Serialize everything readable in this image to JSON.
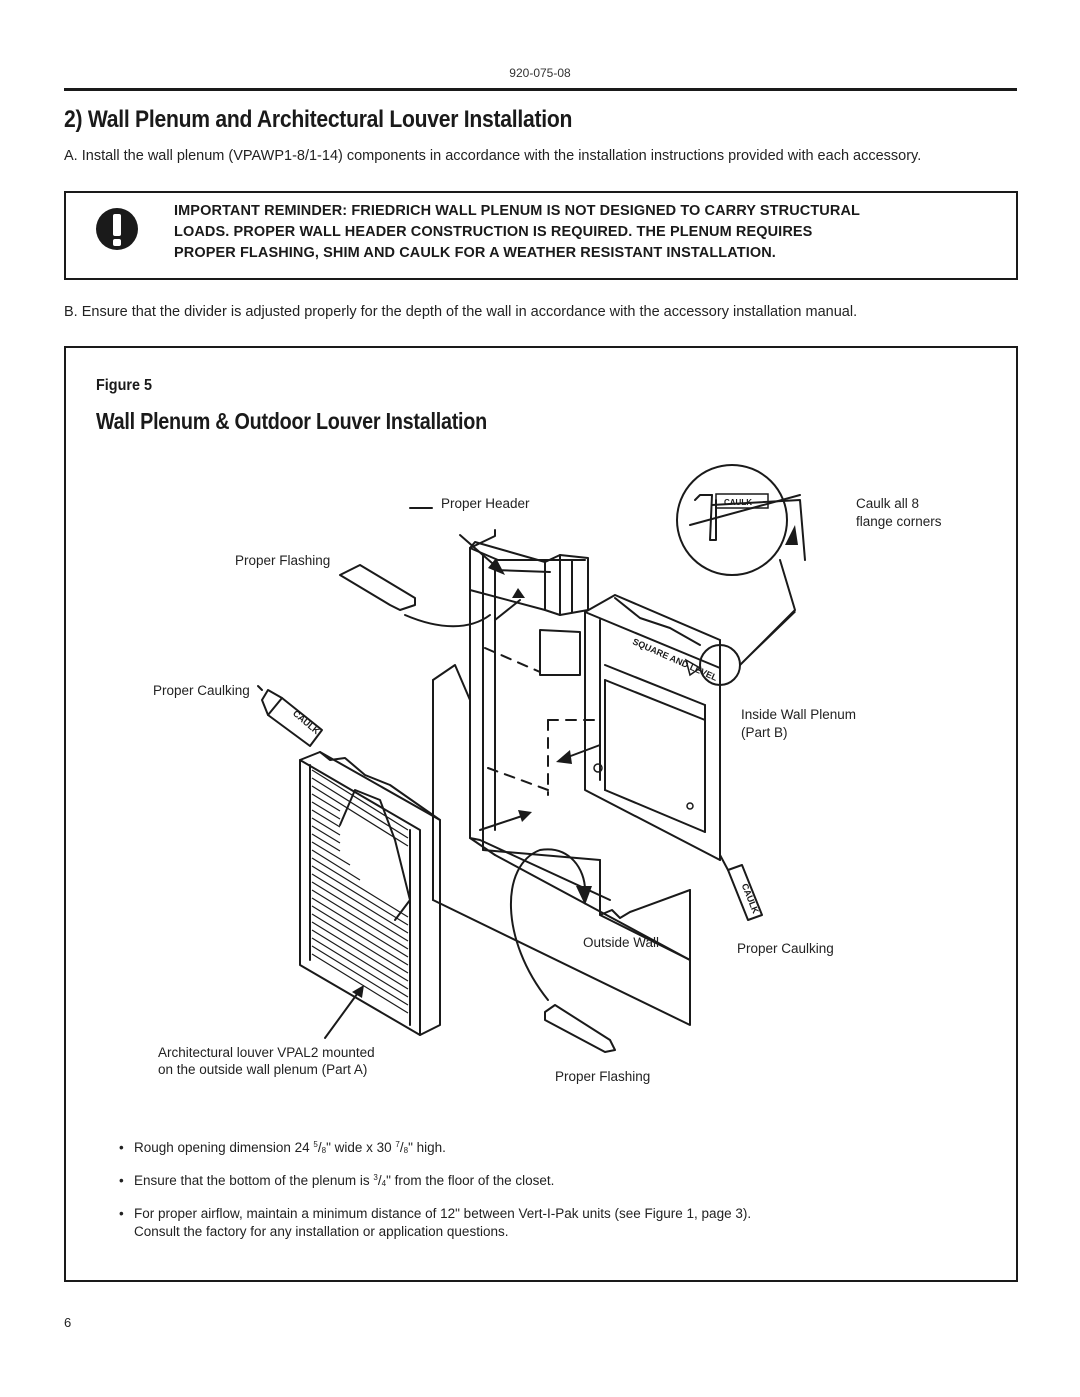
{
  "header": {
    "doc_number": "920-075-08"
  },
  "section": {
    "title": "2) Wall Plenum and Architectural Louver Installation",
    "step_a": "A.  Install the wall plenum (VPAWP1-8/1-14) components in accordance with the installation instructions provided with each accessory.",
    "reminder_lines": [
      "IMPORTANT REMINDER: FRIEDRICH WALL PLENUM IS NOT DESIGNED TO CARRY STRUCTURAL",
      "LOADS.  PROPER WALL HEADER CONSTRUCTION IS REQUIRED.  THE PLENUM REQUIRES",
      "PROPER FLASHING, SHIM AND CAULK FOR A WEATHER RESISTANT INSTALLATION."
    ],
    "step_b": "B.  Ensure that the divider is adjusted properly for the depth of the wall in accordance with the accessory installation manual."
  },
  "figure": {
    "label": "Figure 5",
    "title": "Wall Plenum & Outdoor Louver Installation",
    "callouts": {
      "proper_header": "Proper Header",
      "caulk_all_1": "Caulk all 8",
      "caulk_all_2": "flange corners",
      "proper_flashing_top": "Proper Flashing",
      "proper_caulking_left": "Proper Caulking",
      "inside_wall_plenum_1": "Inside Wall Plenum",
      "inside_wall_plenum_2": "(Part B)",
      "outside_wall": "Outside Wall",
      "proper_caulking_right": "Proper Caulking",
      "louver_1": "Architectural louver VPAL2 mounted",
      "louver_2": "on the outside wall plenum (Part A)",
      "proper_flashing_bottom": "Proper Flashing",
      "caulk_tube_text": "CAULK",
      "square_and_level": "SQUARE AND LEVEL"
    },
    "bullets": {
      "b1_pre": "Rough opening dimension 24 ",
      "b1_num1": "5",
      "b1_den1": "8",
      "b1_mid": "\" wide x 30 ",
      "b1_num2": "7",
      "b1_den2": "8",
      "b1_post": "\" high.",
      "b2_pre": "Ensure that the bottom of the plenum is ",
      "b2_num": "3",
      "b2_den": "4",
      "b2_post": "\" from the floor of the closet.",
      "b3_line1": "For proper airflow, maintain a minimum distance of 12\" between Vert-I-Pak units (see Figure 1, page 3).",
      "b3_line2": "Consult the factory for any installation or application questions."
    }
  },
  "footer": {
    "page_number": "6"
  }
}
